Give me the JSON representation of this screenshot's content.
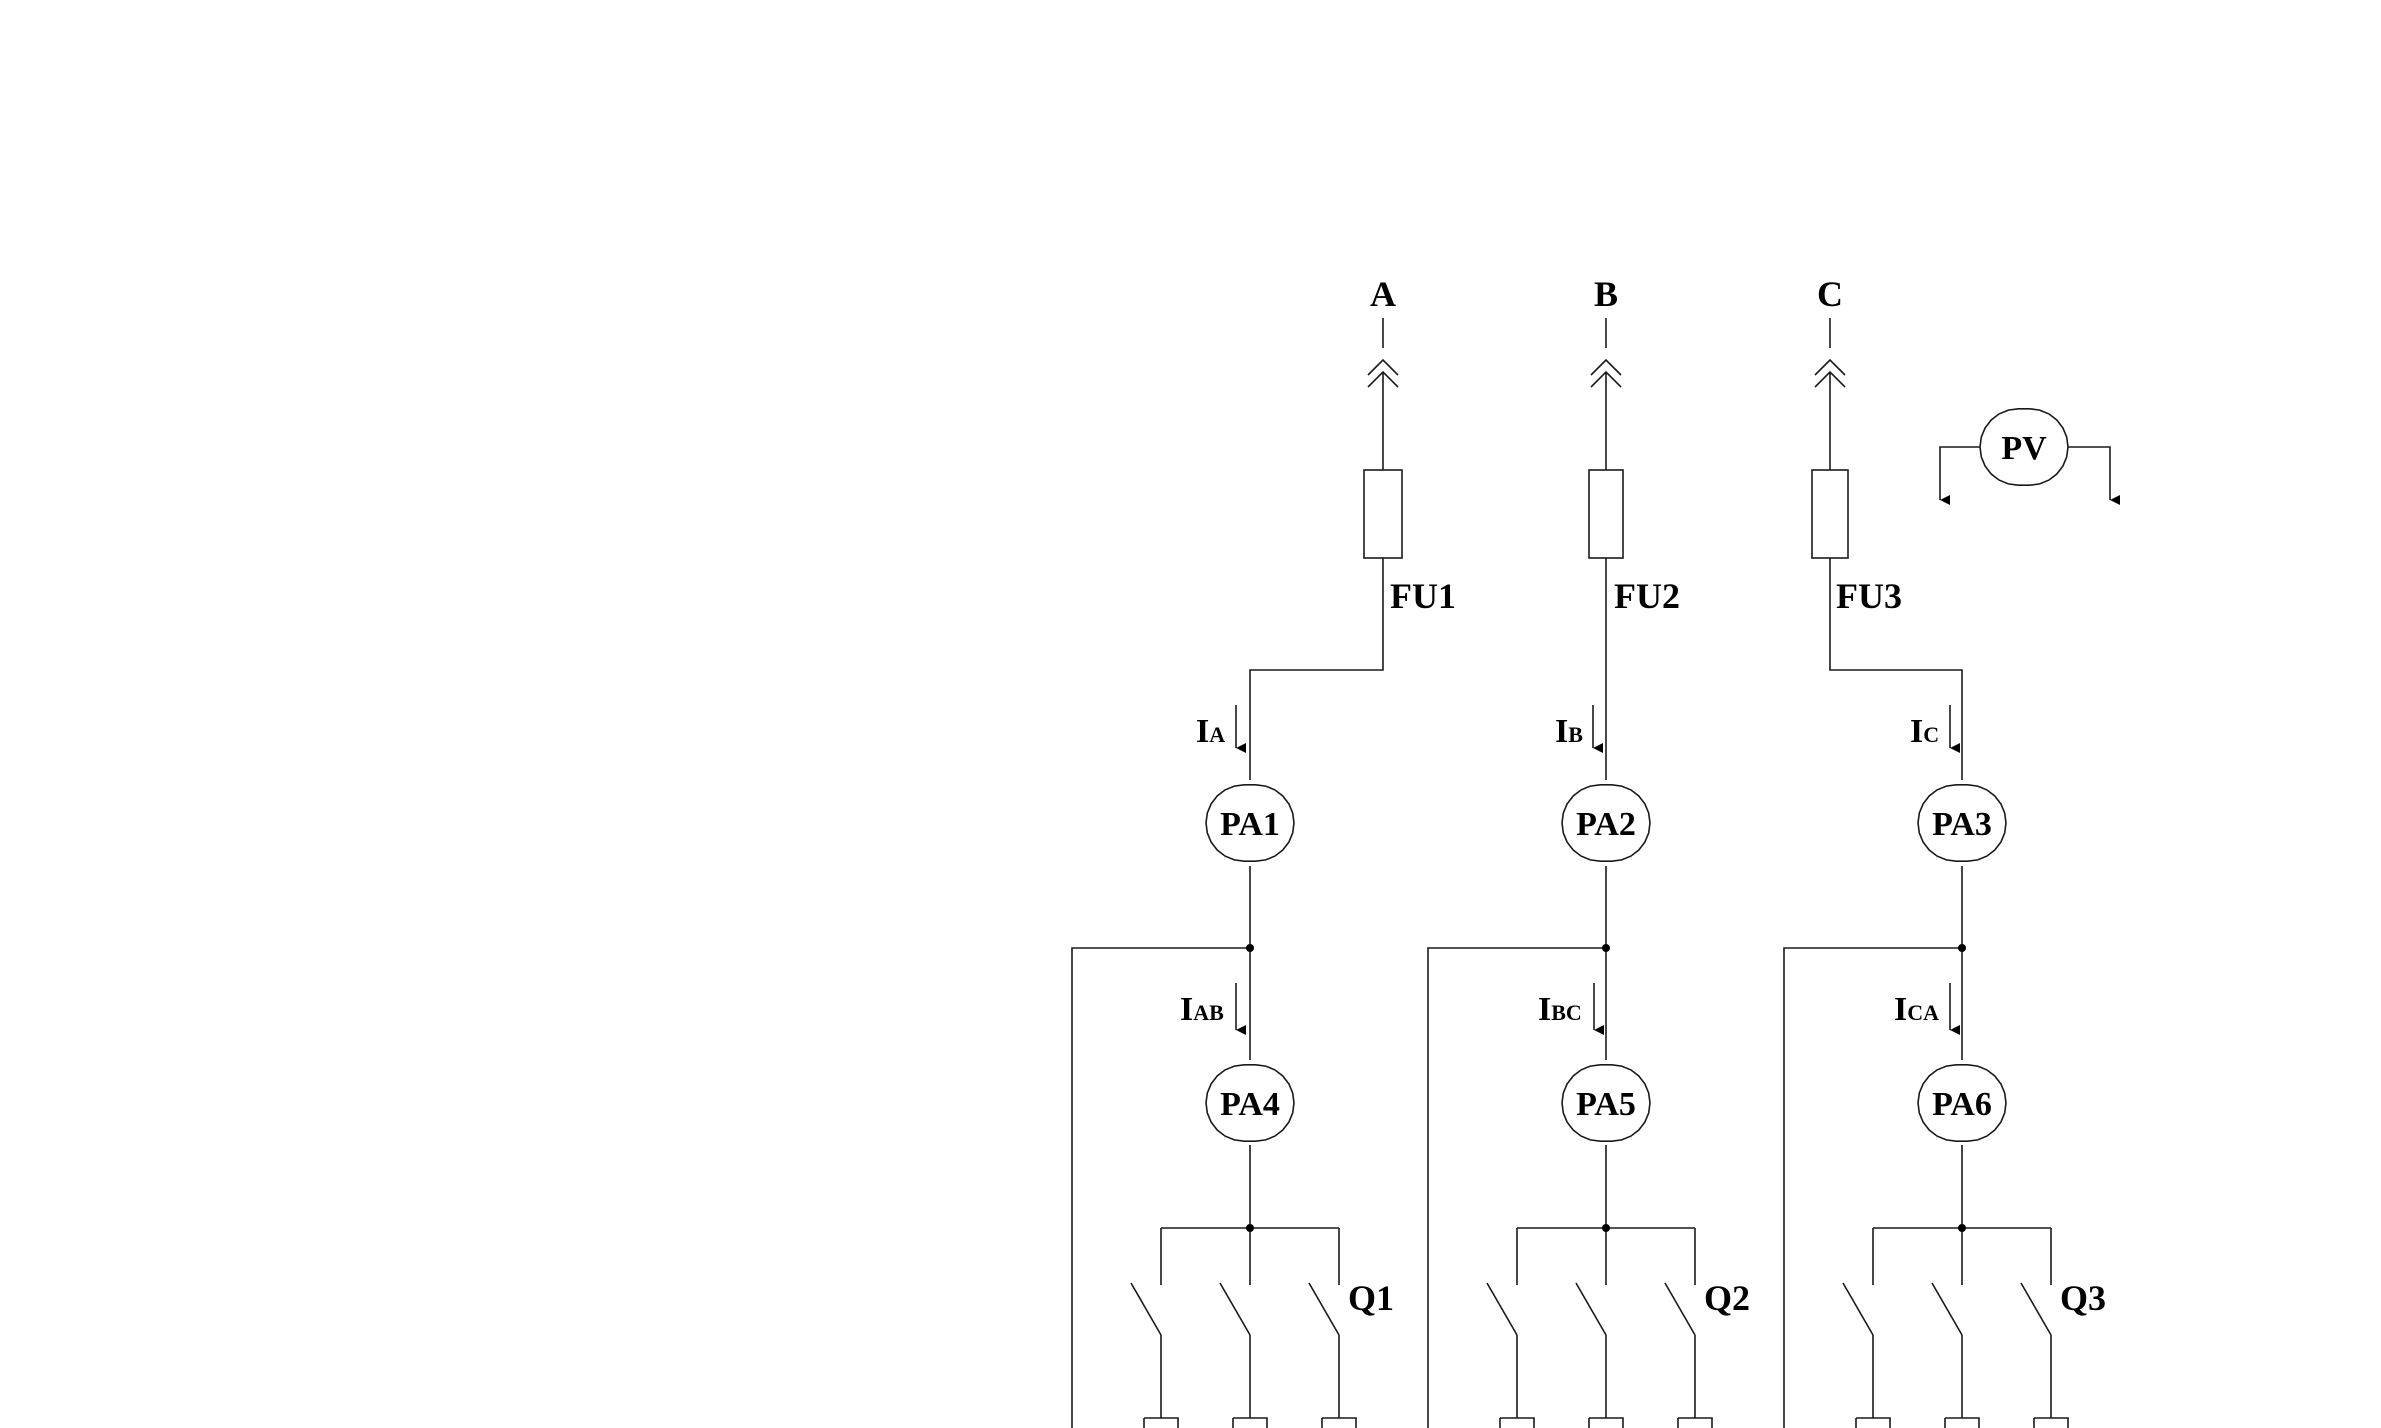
{
  "phases": [
    {
      "label": "A",
      "fuse": "FU1",
      "current": "I",
      "current_sub": "A",
      "meter": "PA1",
      "branch_current": "I",
      "branch_current_sub": "AB",
      "branch_meter": "PA4",
      "switch": "Q1"
    },
    {
      "label": "B",
      "fuse": "FU2",
      "current": "I",
      "current_sub": "B",
      "meter": "PA2",
      "branch_current": "I",
      "branch_current_sub": "BC",
      "branch_meter": "PA5",
      "switch": "Q2"
    },
    {
      "label": "C",
      "fuse": "FU3",
      "current": "I",
      "current_sub": "C",
      "meter": "PA3",
      "branch_current": "I",
      "branch_current_sub": "CA",
      "branch_meter": "PA6",
      "switch": "Q3"
    }
  ],
  "voltmeter": {
    "label": "PV"
  }
}
